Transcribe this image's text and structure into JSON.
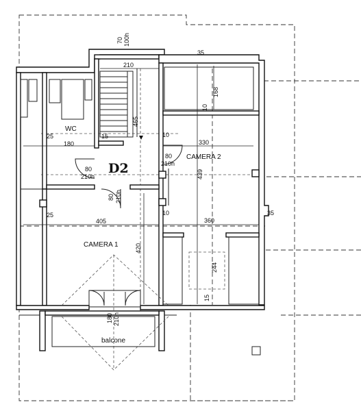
{
  "plan": {
    "unit_label": "D2",
    "rooms": {
      "wc": "WC",
      "camera1": "CAMERA 1",
      "camera2": "CAMERA 2",
      "balcone": "balcone"
    },
    "dimensions": {
      "stair_width": "210",
      "top_window_a": "70",
      "top_window_b": "100h",
      "stair_height": "465",
      "d15": "15",
      "wc_width": "180",
      "d25a": "25",
      "d10a": "10",
      "c2_width": "330",
      "c2_height": "439",
      "d168": "168",
      "d10b": "10",
      "d35a": "35",
      "door_a": "80",
      "door_a_h": "210h",
      "door_b": "80",
      "door_b_h": "210h",
      "door_c": "80",
      "door_c_h": "210h",
      "d25b": "25",
      "c1_width": "405",
      "d10c": "10",
      "c2_lower_width": "360",
      "d35b": "35",
      "c1_height": "420",
      "d244": "244",
      "d15b": "15",
      "balcony_door": "180",
      "balcony_door_h": "210h"
    }
  }
}
